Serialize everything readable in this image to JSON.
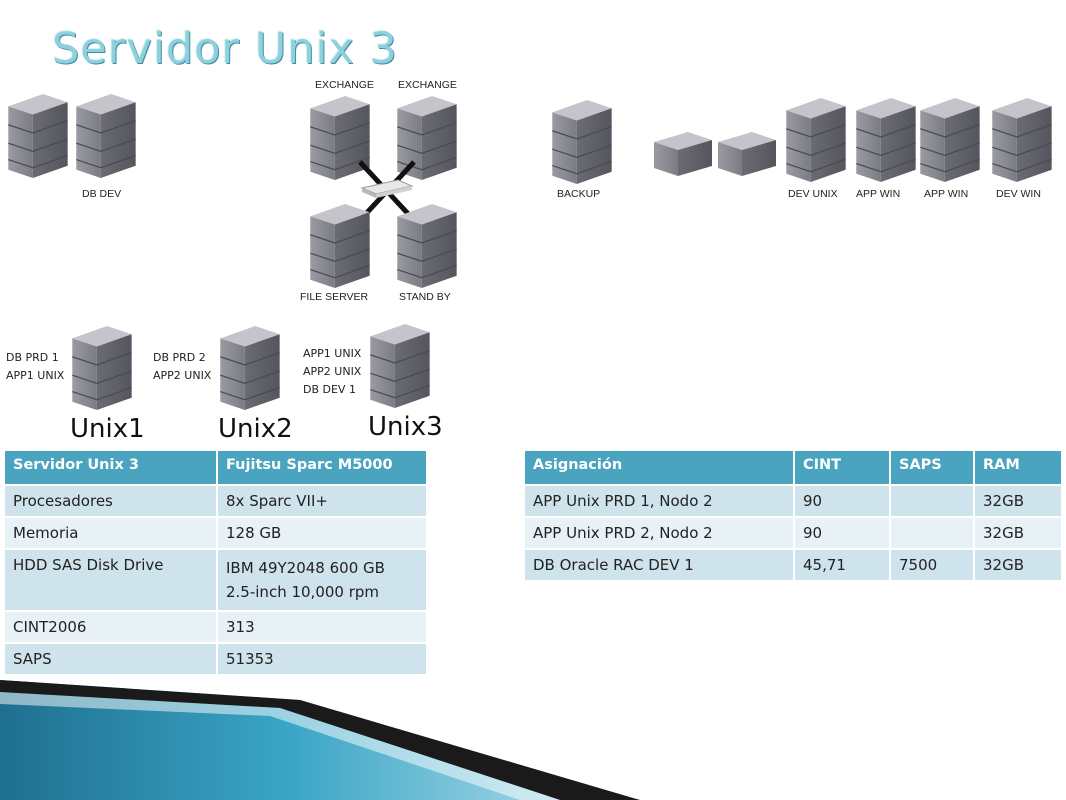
{
  "title": "Servidor Unix 3",
  "diagram": {
    "labels": {
      "db_dev": "DB DEV",
      "exchange1": "EXCHANGE",
      "exchange2": "EXCHANGE",
      "file_server": "FILE SERVER",
      "stand_by": "STAND BY",
      "backup": "BACKUP",
      "dev_unix": "DEV UNIX",
      "app_win1": "APP WIN",
      "app_win2": "APP WIN",
      "dev_win": "DEV WIN"
    },
    "unix_servers": [
      {
        "name": "Unix1",
        "roles": "DB PRD 1\nAPP1 UNIX"
      },
      {
        "name": "Unix2",
        "roles": "DB PRD 2\nAPP2 UNIX"
      },
      {
        "name": "Unix3",
        "roles": "APP1 UNIX\nAPP2 UNIX\nDB DEV 1"
      }
    ]
  },
  "specs_table": {
    "headers": [
      "Servidor Unix 3",
      "Fujitsu Sparc M5000"
    ],
    "rows": [
      [
        "Procesadores",
        "8x Sparc VII+"
      ],
      [
        "Memoria",
        "128 GB"
      ],
      [
        "HDD SAS Disk Drive",
        "IBM 49Y2048 600 GB 2.5-inch 10,000 rpm"
      ],
      [
        "CINT2006",
        "313"
      ],
      [
        "SAPS",
        "51353"
      ]
    ]
  },
  "assignment_table": {
    "headers": [
      "Asignación",
      "CINT",
      "SAPS",
      "RAM"
    ],
    "rows": [
      [
        "APP Unix PRD 1, Nodo 2",
        "90",
        "",
        "32GB"
      ],
      [
        "APP Unix PRD 2, Nodo 2",
        "90",
        "",
        "32GB"
      ],
      [
        "DB Oracle RAC DEV 1",
        "45,71",
        "7500",
        "32GB"
      ]
    ]
  }
}
